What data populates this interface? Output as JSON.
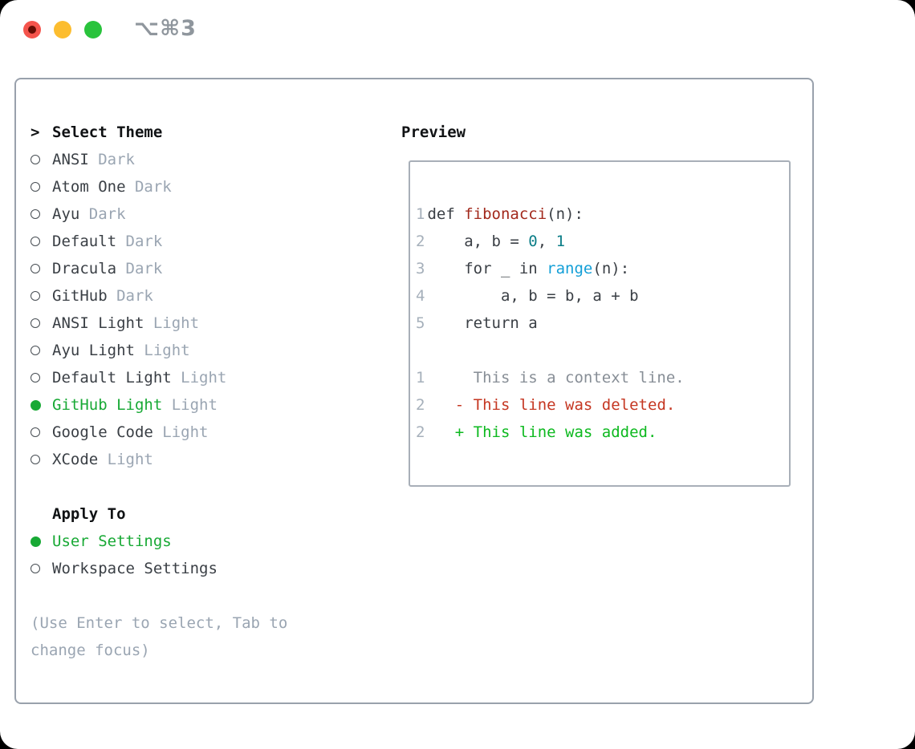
{
  "window": {
    "shortcut": "⌥⌘3"
  },
  "colors": {
    "accent-green": "#18a935",
    "added-green": "#0db91f",
    "deleted-red": "#c53722",
    "func-red": "#a2291c",
    "number-teal": "#0b7d87",
    "builtin-blue": "#139fd7",
    "text-dark": "#3a3f45",
    "heading-black": "#101214",
    "muted-gray": "#9aa5b2",
    "context-gray": "#878e96",
    "linenum-gray": "#a6b0bb",
    "panel-border": "#99a1ac",
    "box-border": "#a8afb8",
    "bullet-gray": "#474d53",
    "traffic-red": "#f4544c",
    "traffic-red-dot": "#650d04",
    "traffic-yellow": "#fcbd2f",
    "traffic-green": "#29c33c",
    "shortcut-gray": "#8f969d"
  },
  "theme_menu": {
    "prompt": ">",
    "title": "Select Theme",
    "items": [
      {
        "name": "ANSI",
        "variant": "Dark",
        "selected": false
      },
      {
        "name": "Atom One",
        "variant": "Dark",
        "selected": false
      },
      {
        "name": "Ayu",
        "variant": "Dark",
        "selected": false
      },
      {
        "name": "Default",
        "variant": "Dark",
        "selected": false
      },
      {
        "name": "Dracula",
        "variant": "Dark",
        "selected": false
      },
      {
        "name": "GitHub",
        "variant": "Dark",
        "selected": false
      },
      {
        "name": "ANSI Light",
        "variant": "Light",
        "selected": false
      },
      {
        "name": "Ayu Light",
        "variant": "Light",
        "selected": false
      },
      {
        "name": "Default Light",
        "variant": "Light",
        "selected": false
      },
      {
        "name": "GitHub Light",
        "variant": "Light",
        "selected": true
      },
      {
        "name": "Google Code",
        "variant": "Light",
        "selected": false
      },
      {
        "name": "XCode",
        "variant": "Light",
        "selected": false
      }
    ]
  },
  "apply_to": {
    "title": "Apply To",
    "options": [
      {
        "label": "User Settings",
        "selected": true
      },
      {
        "label": "Workspace Settings",
        "selected": false
      }
    ]
  },
  "footer": {
    "lines": [
      "(Use Enter to select, Tab to",
      "change focus)"
    ]
  },
  "preview": {
    "title": "Preview",
    "lines": [
      {
        "num": "1",
        "tokens": [
          {
            "text": "def ",
            "style": "code-text"
          },
          {
            "text": "fibonacci",
            "style": "func"
          },
          {
            "text": "(n):",
            "style": "code-text"
          }
        ]
      },
      {
        "num": "2",
        "tokens": [
          {
            "text": "    a, b = ",
            "style": "code-text"
          },
          {
            "text": "0",
            "style": "num"
          },
          {
            "text": ", ",
            "style": "code-text"
          },
          {
            "text": "1",
            "style": "num"
          }
        ]
      },
      {
        "num": "3",
        "tokens": [
          {
            "text": "    for _ in ",
            "style": "code-text"
          },
          {
            "text": "range",
            "style": "builtin"
          },
          {
            "text": "(n):",
            "style": "code-text"
          }
        ]
      },
      {
        "num": "4",
        "tokens": [
          {
            "text": "        a, b = b, a + b",
            "style": "code-text"
          }
        ]
      },
      {
        "num": "5",
        "tokens": [
          {
            "text": "    return a",
            "style": "code-text"
          }
        ]
      },
      {
        "num": "",
        "tokens": []
      },
      {
        "num": "1",
        "tokens": [
          {
            "text": "     This is a context line.",
            "style": "context"
          }
        ]
      },
      {
        "num": "2",
        "tokens": [
          {
            "text": "   ",
            "style": "code-text"
          },
          {
            "text": "- This line was deleted.",
            "style": "deleted"
          }
        ]
      },
      {
        "num": "2",
        "tokens": [
          {
            "text": "   ",
            "style": "code-text"
          },
          {
            "text": "+ This line was added.",
            "style": "added"
          }
        ]
      }
    ]
  }
}
